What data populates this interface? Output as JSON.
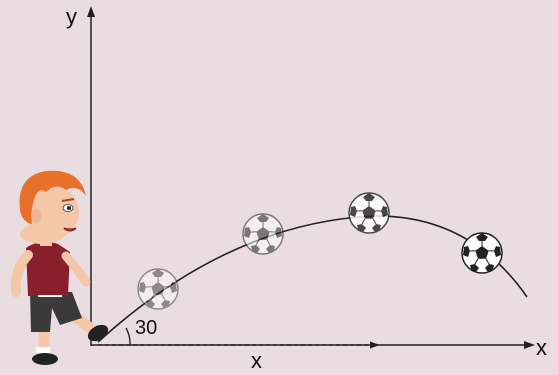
{
  "diagram": {
    "axis_y_label": "y",
    "axis_x_label": "x",
    "angle_label": "30",
    "distance_label": "x",
    "launch_angle_deg": 30
  },
  "figures": {
    "kicker": "boy-kicking-ball",
    "ball": "soccer-ball-icon",
    "ball_snapshots": 4
  },
  "colors": {
    "background": "#eadde2",
    "hair": "#e8702a",
    "skin": "#f4c7a8",
    "shirt": "#8a1f2c",
    "shorts": "#3a3a3a"
  }
}
